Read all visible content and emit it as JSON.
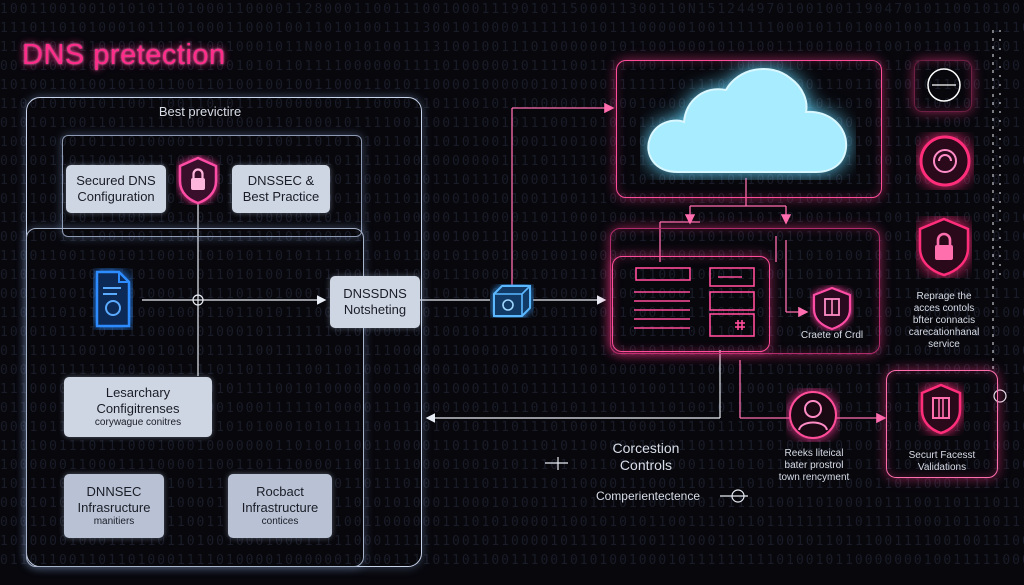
{
  "title": "DNS pretection",
  "panel_title": "Best previctire",
  "cards": {
    "secured": [
      "Secured DNS",
      "Configuration"
    ],
    "dnssec_best": [
      "DNSSEC &",
      "Best Practice"
    ],
    "dnssdns": [
      "DNSSDNS",
      "Notsheting"
    ],
    "lesarchary": [
      "Lesarchary",
      "Configitrenses"
    ],
    "lesarchary_sub": "corywague conitres",
    "dnssec_infra": [
      "DNNSEC",
      "Infrasructure"
    ],
    "dnssec_infra_sub": "manitiers",
    "rocbact": [
      "Rocbact",
      "Infrastructure"
    ],
    "rocbact_sub": "contices"
  },
  "labels": {
    "create": "Craete of Crdl",
    "reprage": [
      "Reprage the",
      "acces contols",
      "bfter connacis",
      "carecationhanal",
      "service"
    ],
    "corcestion": [
      "Corcestion",
      "Controls"
    ],
    "reeks": [
      "Reeks liteical",
      "bater prostrol",
      "town rencyment"
    ],
    "secure": [
      "Securt Facesst",
      "Validations"
    ],
    "comper": "Comperientectence"
  },
  "colors": {
    "accent_pink": "#ff2d8a",
    "cloud_cyan": "#a8ecff",
    "card_gray": "#cfd6e3",
    "file_blue": "#2d8cff"
  },
  "icons": [
    "shield-lock-icon",
    "document-icon",
    "cloud-icon",
    "cube-icon",
    "shield-icon",
    "person-icon",
    "lock-icon",
    "circle-icon"
  ]
}
